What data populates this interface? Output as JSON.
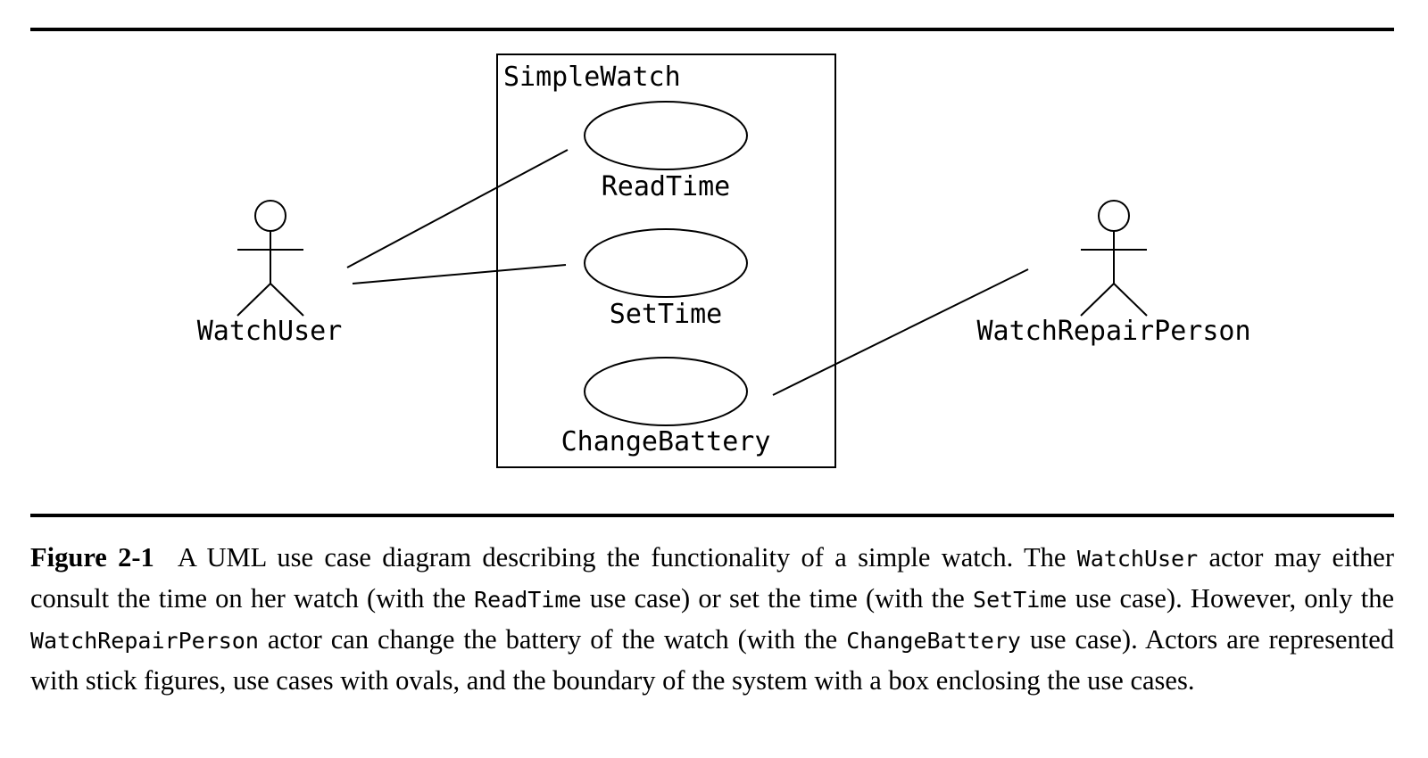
{
  "diagram": {
    "system_name": "SimpleWatch",
    "actors": [
      {
        "name": "WatchUser"
      },
      {
        "name": "WatchRepairPerson"
      }
    ],
    "use_cases": [
      {
        "name": "ReadTime"
      },
      {
        "name": "SetTime"
      },
      {
        "name": "ChangeBattery"
      }
    ]
  },
  "caption": {
    "label": "Figure 2-1",
    "p1": "A UML use case diagram describing the functionality of a simple watch. The ",
    "c1": "WatchUser",
    "p2": " actor may either consult the time on her watch (with the ",
    "c2": "ReadTime",
    "p3": " use case) or set the time (with the ",
    "c3": "SetTime",
    "p4": " use case). However, only the ",
    "c4": "WatchRepairPerson",
    "p5": " actor can change the battery of the watch (with the ",
    "c5": "ChangeBattery",
    "p6": " use case). Actors are represented with stick figures, use cases with ovals, and the boundary of the system with a box enclosing the use cases."
  }
}
